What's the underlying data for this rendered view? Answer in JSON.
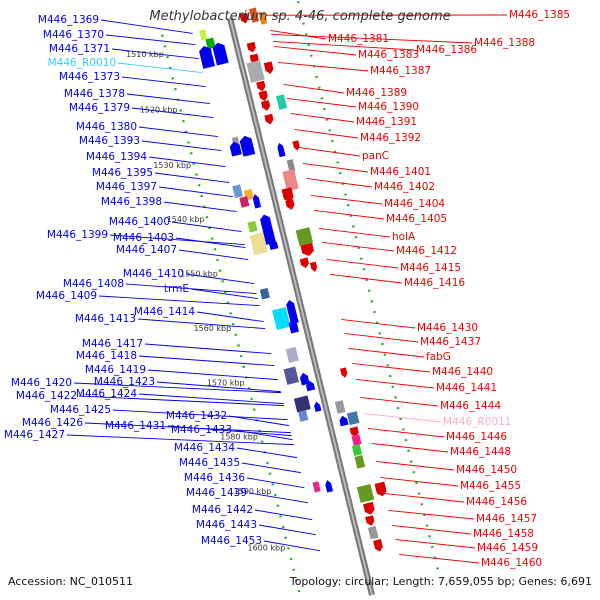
{
  "title": "Methylobacterium sp. 4-46, complete genome",
  "footer": {
    "accession": "Accession: NC_010511",
    "topology": "Topology: circular; Length: 7,659,055 bp; Genes: 6,691"
  },
  "colors": {
    "forward": "#0000ee",
    "reverse": "#ee0000",
    "rna": "#33ccff",
    "pseudo": "#ffaacc",
    "backbone": "#999999",
    "ruler": "#33aa33"
  },
  "ticks": [
    "1510 kbp",
    "1520 kbp",
    "1530 kbp",
    "1540 kbp",
    "1550 kbp",
    "1560 kbp",
    "1570 kbp",
    "1580 kbp",
    "1590 kbp",
    "1600 kbp"
  ],
  "left_labels": [
    {
      "text": "M446_1369",
      "kind": "forward"
    },
    {
      "text": "M446_1370",
      "kind": "forward"
    },
    {
      "text": "M446_1371",
      "kind": "forward"
    },
    {
      "text": "M446_R0010",
      "kind": "rna"
    },
    {
      "text": "M446_1373",
      "kind": "forward"
    },
    {
      "text": "M446_1378",
      "kind": "forward"
    },
    {
      "text": "M446_1379",
      "kind": "forward"
    },
    {
      "text": "M446_1380",
      "kind": "forward"
    },
    {
      "text": "M446_1393",
      "kind": "forward"
    },
    {
      "text": "M446_1394",
      "kind": "forward"
    },
    {
      "text": "M446_1395",
      "kind": "forward"
    },
    {
      "text": "M446_1397",
      "kind": "forward"
    },
    {
      "text": "M446_1398",
      "kind": "forward"
    },
    {
      "text": "M446_1400",
      "kind": "forward"
    },
    {
      "text": "M446_1399",
      "kind": "forward"
    },
    {
      "text": "M446_1403",
      "kind": "forward"
    },
    {
      "text": "M446_1407",
      "kind": "forward"
    },
    {
      "text": "M446_1410",
      "kind": "forward"
    },
    {
      "text": "M446_1408",
      "kind": "forward"
    },
    {
      "text": "trmE",
      "kind": "forward"
    },
    {
      "text": "M446_1409",
      "kind": "forward"
    },
    {
      "text": "M446_1414",
      "kind": "forward"
    },
    {
      "text": "M446_1413",
      "kind": "forward"
    },
    {
      "text": "M446_1417",
      "kind": "forward"
    },
    {
      "text": "M446_1418",
      "kind": "forward"
    },
    {
      "text": "M446_1419",
      "kind": "forward"
    },
    {
      "text": "M446_1423",
      "kind": "forward"
    },
    {
      "text": "M446_1420",
      "kind": "forward"
    },
    {
      "text": "M446_1424",
      "kind": "forward"
    },
    {
      "text": "M446_1422",
      "kind": "forward"
    },
    {
      "text": "M446_1425",
      "kind": "forward"
    },
    {
      "text": "M446_1432",
      "kind": "forward"
    },
    {
      "text": "M446_1426",
      "kind": "forward"
    },
    {
      "text": "M446_1431",
      "kind": "forward"
    },
    {
      "text": "M446_1433",
      "kind": "forward"
    },
    {
      "text": "M446_1427",
      "kind": "forward"
    },
    {
      "text": "M446_1434",
      "kind": "forward"
    },
    {
      "text": "M446_1435",
      "kind": "forward"
    },
    {
      "text": "M446_1436",
      "kind": "forward"
    },
    {
      "text": "M446_1439",
      "kind": "forward"
    },
    {
      "text": "M446_1442",
      "kind": "forward"
    },
    {
      "text": "M446_1443",
      "kind": "forward"
    },
    {
      "text": "M446_1453",
      "kind": "forward"
    }
  ],
  "right_labels": [
    {
      "text": "M446_1385",
      "kind": "reverse"
    },
    {
      "text": "M446_1381",
      "kind": "reverse"
    },
    {
      "text": "M446_1388",
      "kind": "reverse"
    },
    {
      "text": "M446_1383",
      "kind": "reverse"
    },
    {
      "text": "M446_1386",
      "kind": "reverse"
    },
    {
      "text": "M446_1387",
      "kind": "reverse"
    },
    {
      "text": "M446_1389",
      "kind": "reverse"
    },
    {
      "text": "M446_1390",
      "kind": "reverse"
    },
    {
      "text": "M446_1391",
      "kind": "reverse"
    },
    {
      "text": "M446_1392",
      "kind": "reverse"
    },
    {
      "text": "panC",
      "kind": "reverse"
    },
    {
      "text": "M446_1401",
      "kind": "reverse"
    },
    {
      "text": "M446_1402",
      "kind": "reverse"
    },
    {
      "text": "M446_1404",
      "kind": "reverse"
    },
    {
      "text": "M446_1405",
      "kind": "reverse"
    },
    {
      "text": "holA",
      "kind": "reverse"
    },
    {
      "text": "M446_1412",
      "kind": "reverse"
    },
    {
      "text": "M446_1415",
      "kind": "reverse"
    },
    {
      "text": "M446_1416",
      "kind": "reverse"
    },
    {
      "text": "M446_1430",
      "kind": "reverse"
    },
    {
      "text": "M446_1437",
      "kind": "reverse"
    },
    {
      "text": "fabG",
      "kind": "reverse"
    },
    {
      "text": "M446_1440",
      "kind": "reverse"
    },
    {
      "text": "M446_1441",
      "kind": "reverse"
    },
    {
      "text": "M446_1444",
      "kind": "reverse"
    },
    {
      "text": "M446_R0011",
      "kind": "pseudo"
    },
    {
      "text": "M446_1446",
      "kind": "reverse"
    },
    {
      "text": "M446_1448",
      "kind": "reverse"
    },
    {
      "text": "M446_1450",
      "kind": "reverse"
    },
    {
      "text": "M446_1455",
      "kind": "reverse"
    },
    {
      "text": "M446_1456",
      "kind": "reverse"
    },
    {
      "text": "M446_1457",
      "kind": "reverse"
    },
    {
      "text": "M446_1458",
      "kind": "reverse"
    },
    {
      "text": "M446_1459",
      "kind": "reverse"
    },
    {
      "text": "M446_1460",
      "kind": "reverse"
    }
  ]
}
